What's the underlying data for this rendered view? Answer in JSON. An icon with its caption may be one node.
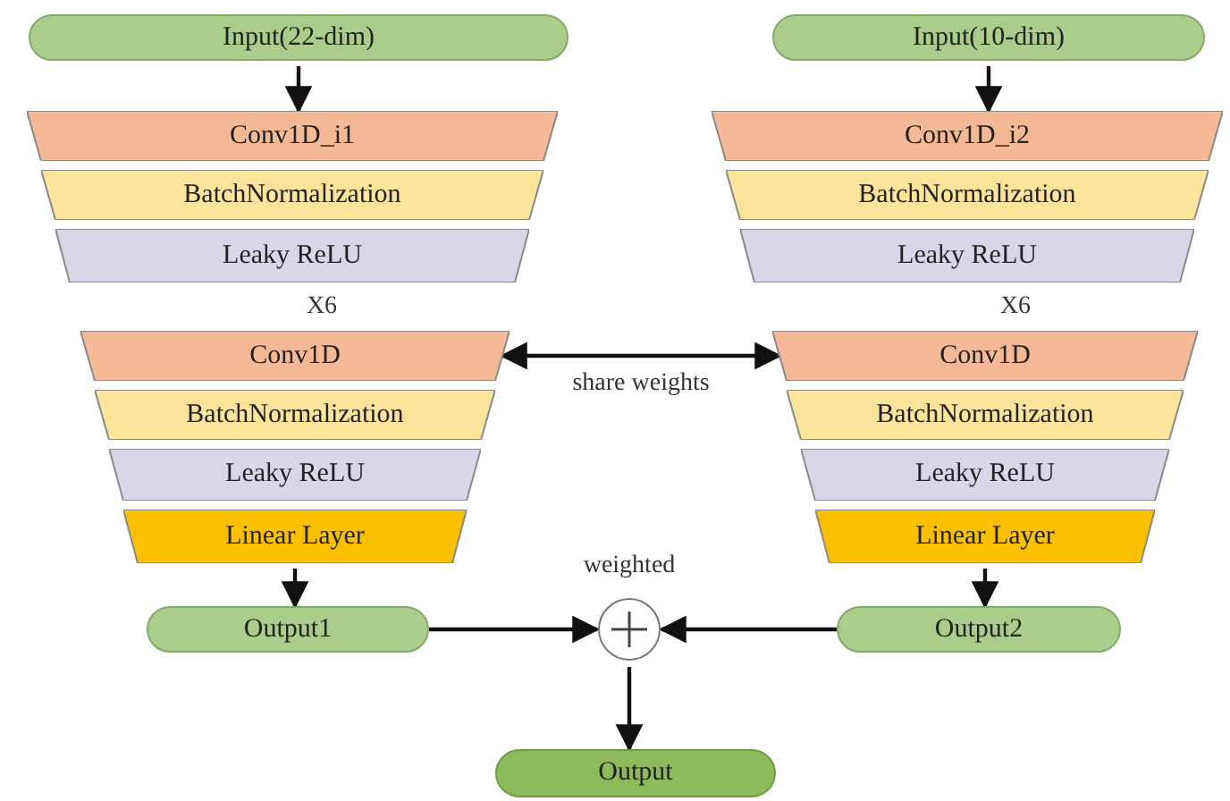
{
  "diagram": {
    "nodes": [
      {
        "text": [
          "Input(22-dim)"
        ]
      },
      {
        "text": [
          "Conv1D_i1"
        ]
      },
      {
        "text": [
          "BatchNormalization"
        ]
      },
      {
        "text": [
          "Leaky ReLU"
        ]
      },
      {
        "text": [
          "Conv1D"
        ]
      },
      {
        "text": [
          "BatchNormalization"
        ]
      },
      {
        "text": [
          "Leaky ReLU"
        ]
      },
      {
        "text": [
          "Linear Layer"
        ]
      },
      {
        "text": [
          "Output1"
        ]
      },
      {
        "text": [
          "Input(10-dim)"
        ]
      },
      {
        "text": [
          "Conv1D_i2"
        ]
      },
      {
        "text": [
          "BatchNormalization"
        ]
      },
      {
        "text": [
          "Leaky ReLU"
        ]
      },
      {
        "text": [
          "Conv1D"
        ]
      },
      {
        "text": [
          "BatchNormalization"
        ]
      },
      {
        "text": [
          "Leaky ReLU"
        ]
      },
      {
        "text": [
          "Linear Layer"
        ]
      },
      {
        "text": [
          "Output2"
        ]
      },
      {
        "text": [],
        "shape": "circle",
        "beside": [
          "weighted"
        ]
      },
      {
        "text": [
          "Output"
        ]
      }
    ],
    "edges": [
      {
        "from": 0,
        "to": 1,
        "arrow": "to"
      },
      {
        "from": 9,
        "to": 10,
        "arrow": "to"
      },
      {
        "from": 4,
        "to": 13,
        "arrow": "both",
        "label": "share weights"
      },
      {
        "from": 7,
        "to": 8,
        "arrow": "to"
      },
      {
        "from": 16,
        "to": 17,
        "arrow": "to"
      },
      {
        "from": 8,
        "to": 18,
        "arrow": "to"
      },
      {
        "from": 17,
        "to": 18,
        "arrow": "to"
      },
      {
        "from": 18,
        "to": 19,
        "arrow": "to"
      }
    ],
    "labels": [
      "X6",
      "X6"
    ]
  }
}
